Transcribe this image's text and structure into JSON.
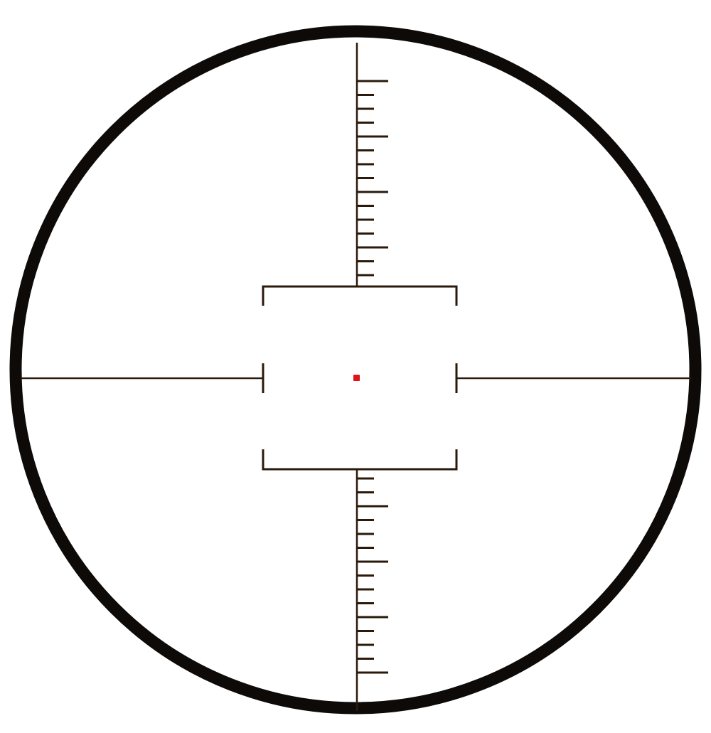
{
  "diagram": {
    "kind": "rifle scope reticle",
    "colors": {
      "background": "#ffffff",
      "ring": "#0d0a08",
      "lines": "#2a1a0b",
      "center_dot": "#e0121b"
    },
    "upper_stadia": {
      "tick_count": 15,
      "long_tick_every": 4
    },
    "lower_stadia": {
      "tick_count": 15,
      "long_tick_every": 4
    }
  }
}
